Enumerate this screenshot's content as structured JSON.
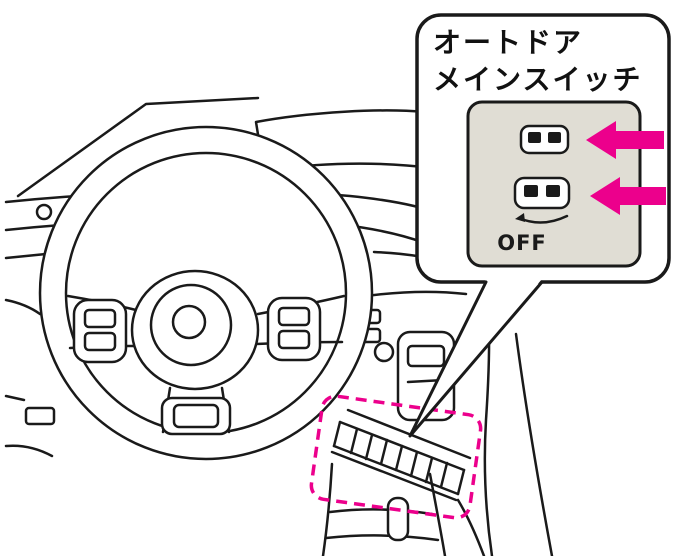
{
  "colors": {
    "highlight": "#ec008c",
    "line": "#1a1a1a",
    "panel_fill": "#e0ddd4"
  },
  "callout": {
    "title_line1": "オートドア",
    "title_line2": "メインスイッチ",
    "switch_panel": {
      "off_label": "OFF",
      "icons": [
        {
          "name": "power-slide-door-close-icon"
        },
        {
          "name": "power-slide-door-open-icon"
        }
      ]
    },
    "arrows": [
      {
        "name": "highlight-arrow-top",
        "direction": "left"
      },
      {
        "name": "highlight-arrow-bottom",
        "direction": "left"
      }
    ]
  },
  "diagram": {
    "description": "Line illustration of an instrument panel with steering wheel; a dashed magenta box marks the auto door main switch strip on the dash right of the steering wheel, connected by a leader to the callout showing the switch panel."
  }
}
